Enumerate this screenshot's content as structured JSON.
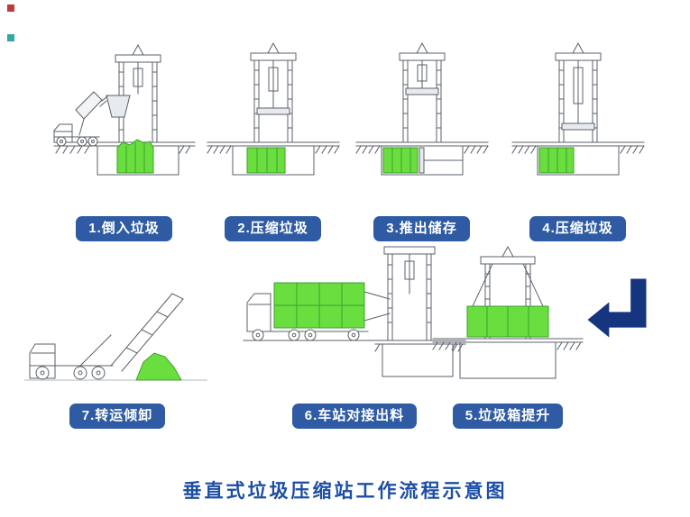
{
  "title": "垂直式垃圾压缩站工作流程示意图",
  "steps": [
    {
      "label": "1.倒入垃圾"
    },
    {
      "label": "2.压缩垃圾"
    },
    {
      "label": "3.推出储存"
    },
    {
      "label": "4.压缩垃圾"
    },
    {
      "label": "5.垃圾箱提升"
    },
    {
      "label": "6.车站对接出料"
    },
    {
      "label": "7.转运倾卸"
    }
  ],
  "colors": {
    "badge": "#2e5ba3",
    "green": "#6ade3f",
    "arrow": "#15357e",
    "title": "#1c4ea6",
    "mark-red": "#c03a3a",
    "mark-teal": "#35a7a2"
  }
}
